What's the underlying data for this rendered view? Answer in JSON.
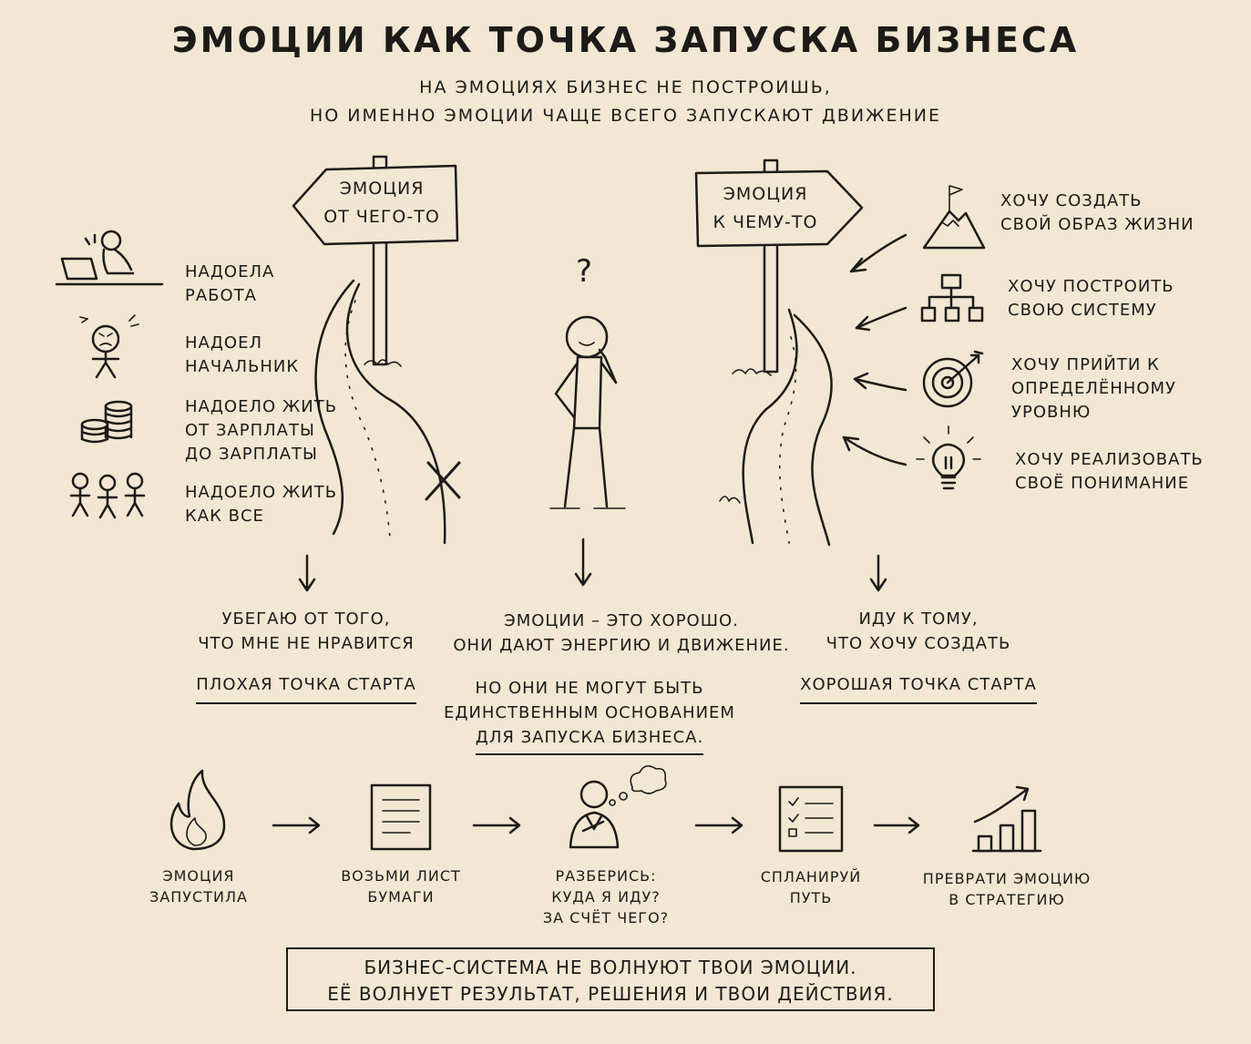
{
  "title": "Эмоции как точка запуска бизнеса",
  "subtitle": [
    "На эмоциях бизнес не построишь,",
    "но именно эмоции чаще всего запускают движение"
  ],
  "left_sign": [
    "Эмоция",
    "от чего-то"
  ],
  "right_sign": [
    "Эмоция",
    "к чему-то"
  ],
  "question_mark": "?",
  "left_items": [
    [
      "Надоела",
      "работа"
    ],
    [
      "Надоел",
      "начальник"
    ],
    [
      "Надоело жить",
      "от зарплаты",
      "до зарплаты"
    ],
    [
      "Надоело жить",
      "как все"
    ]
  ],
  "right_items": [
    [
      "Хочу создать",
      "свой образ жизни"
    ],
    [
      "Хочу построить",
      "свою систему"
    ],
    [
      "Хочу прийти к",
      "определённому",
      "уровню"
    ],
    [
      "Хочу реализовать",
      "своё понимание"
    ]
  ],
  "left_result": [
    "Убегаю от того,",
    "что мне не нравится"
  ],
  "left_verdict": "Плохая точка старта",
  "center_text": [
    "Эмоции – это хорошо.",
    "Они дают энергию и движение."
  ],
  "center_text2": [
    "Но они не могут быть",
    "единственным основанием",
    "для запуска бизнеса."
  ],
  "right_result": [
    "Иду к тому,",
    "что хочу создать"
  ],
  "right_verdict": "Хорошая точка старта",
  "steps": [
    {
      "label": [
        "Эмоция",
        "запустила"
      ],
      "icon": "fire-icon"
    },
    {
      "label": [
        "Возьми лист",
        "бумаги"
      ],
      "icon": "paper-icon"
    },
    {
      "label": [
        "Разберись:",
        "куда я иду?",
        "за счёт чего?"
      ],
      "icon": "thinking-person-icon"
    },
    {
      "label": [
        "Спланируй",
        "путь"
      ],
      "icon": "checklist-icon"
    },
    {
      "label": [
        "Преврати эмоцию",
        "в стратегию"
      ],
      "icon": "growth-chart-icon"
    }
  ],
  "quote": [
    "Бизнес-система не волнуют твои эмоции.",
    "Её волнует результат, решения и твои действия."
  ]
}
